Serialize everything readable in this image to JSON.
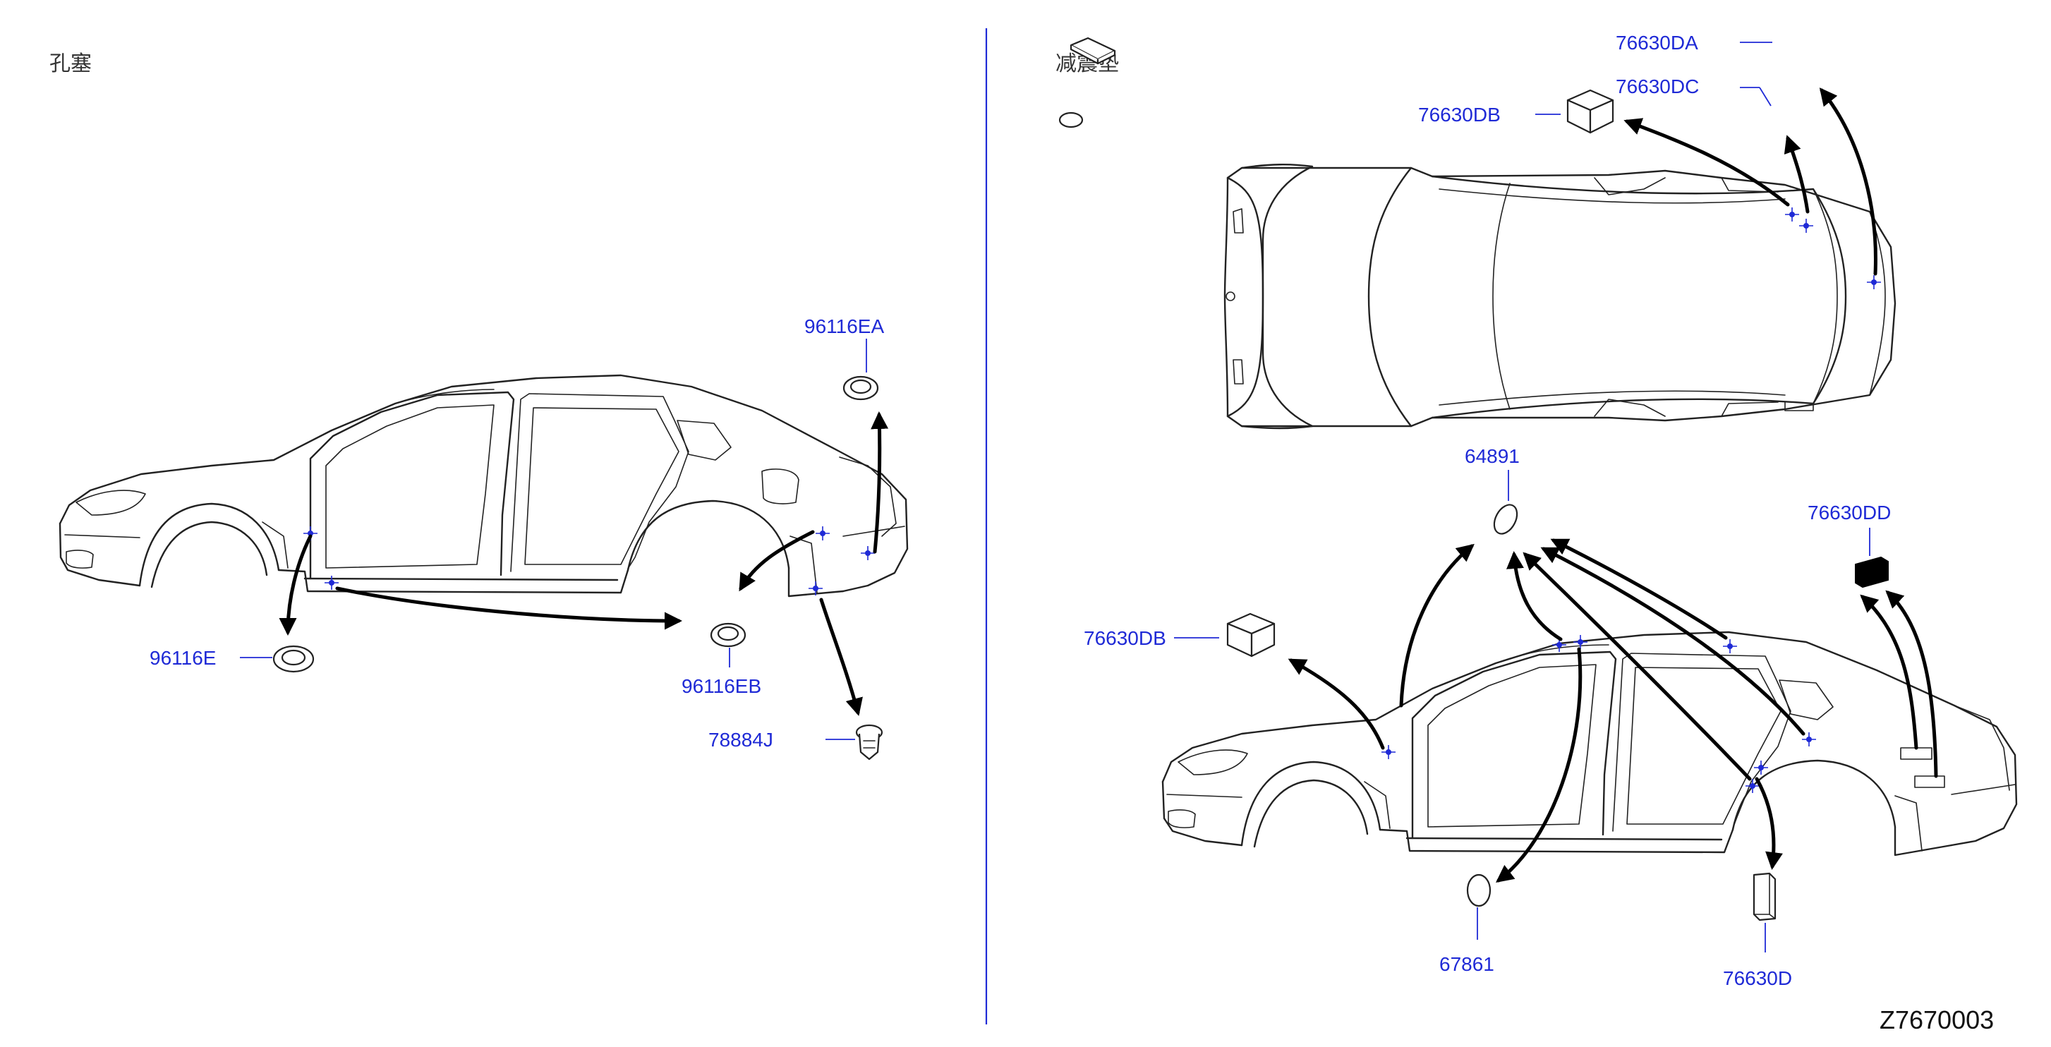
{
  "left_panel": {
    "title": "孔塞"
  },
  "right_panel": {
    "title": "减震垫"
  },
  "parts": {
    "p96116EA": "96116EA",
    "p96116E": "96116E",
    "p96116EB": "96116EB",
    "p78884J": "78884J",
    "p76630DA": "76630DA",
    "p76630DC": "76630DC",
    "p76630DB_top": "76630DB",
    "p64891": "64891",
    "p76630DD": "76630DD",
    "p76630DB_side": "76630DB",
    "p67861": "67861",
    "p76630D": "76630D"
  },
  "diagram_id": "Z7670003",
  "colors": {
    "label": "#1f2ad6",
    "line": "#222222",
    "arrow": "#000000",
    "background": "#ffffff"
  }
}
